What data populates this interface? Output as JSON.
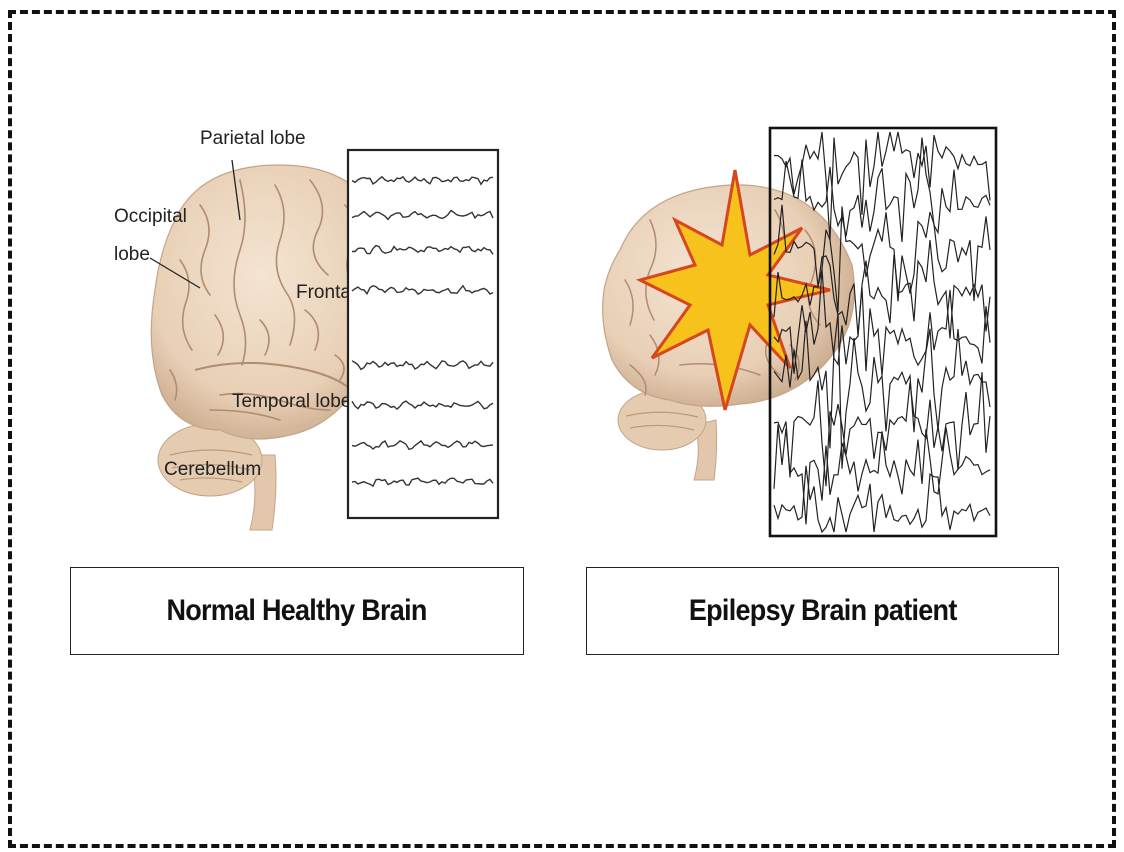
{
  "labels": {
    "parietal": "Parietal lobe",
    "occipital_line1": "Occipital",
    "occipital_line2": "lobe",
    "frontal": "Frontal lobe",
    "temporal": "Temporal lobe",
    "cerebellum": "Cerebellum"
  },
  "captions": {
    "normal": "Normal Healthy Brain",
    "epilepsy": "Epilepsy Brain patient"
  },
  "colors": {
    "brain": "#ecd6c0",
    "brain_shadow": "#c9a98c",
    "sulci": "#b08c70",
    "seizure_fill": "#f7c21b",
    "seizure_outline": "#d6461f",
    "eeg_trace": "#333333"
  }
}
